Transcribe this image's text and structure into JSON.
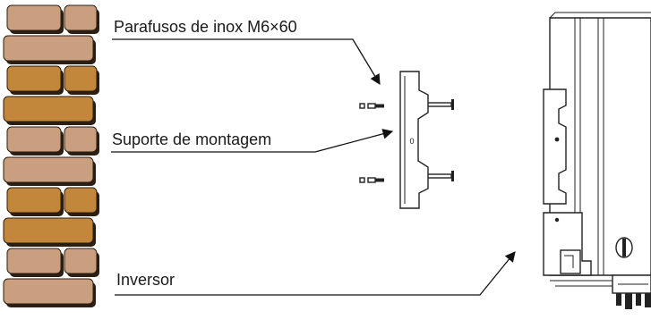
{
  "labels": {
    "screws": "Parafusos de inox M6×60",
    "bracket": "Suporte de montagem",
    "inverter": "Inversor",
    "bracket_hole": "0"
  },
  "colors": {
    "brick_light": "#c99f7f",
    "brick_dark": "#c2873a",
    "brick_shadow": "#2b1f14",
    "line": "#111111"
  },
  "icons": {
    "wall": "brick-wall-icon",
    "bracket": "mounting-bracket-icon",
    "inverter": "inverter-icon"
  }
}
